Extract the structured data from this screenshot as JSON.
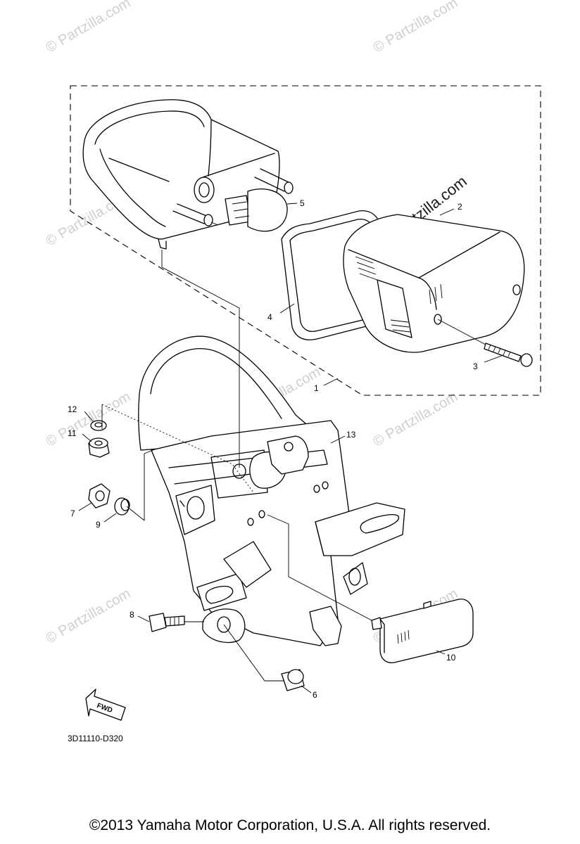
{
  "watermark": "© Partzilla.com",
  "watermark_main": "© Partzilla.com",
  "diagram_code": "3D11110-D320",
  "fwd_label": "FWD",
  "copyright": "©2013 Yamaha Motor Corporation, U.S.A. All rights reserved.",
  "callouts": {
    "c1": "1",
    "c2": "2",
    "c3": "3",
    "c4": "4",
    "c5": "5",
    "c6": "6",
    "c7": "7",
    "c8": "8",
    "c9": "9",
    "c10": "10",
    "c11": "11",
    "c12": "12",
    "c13": "13"
  }
}
